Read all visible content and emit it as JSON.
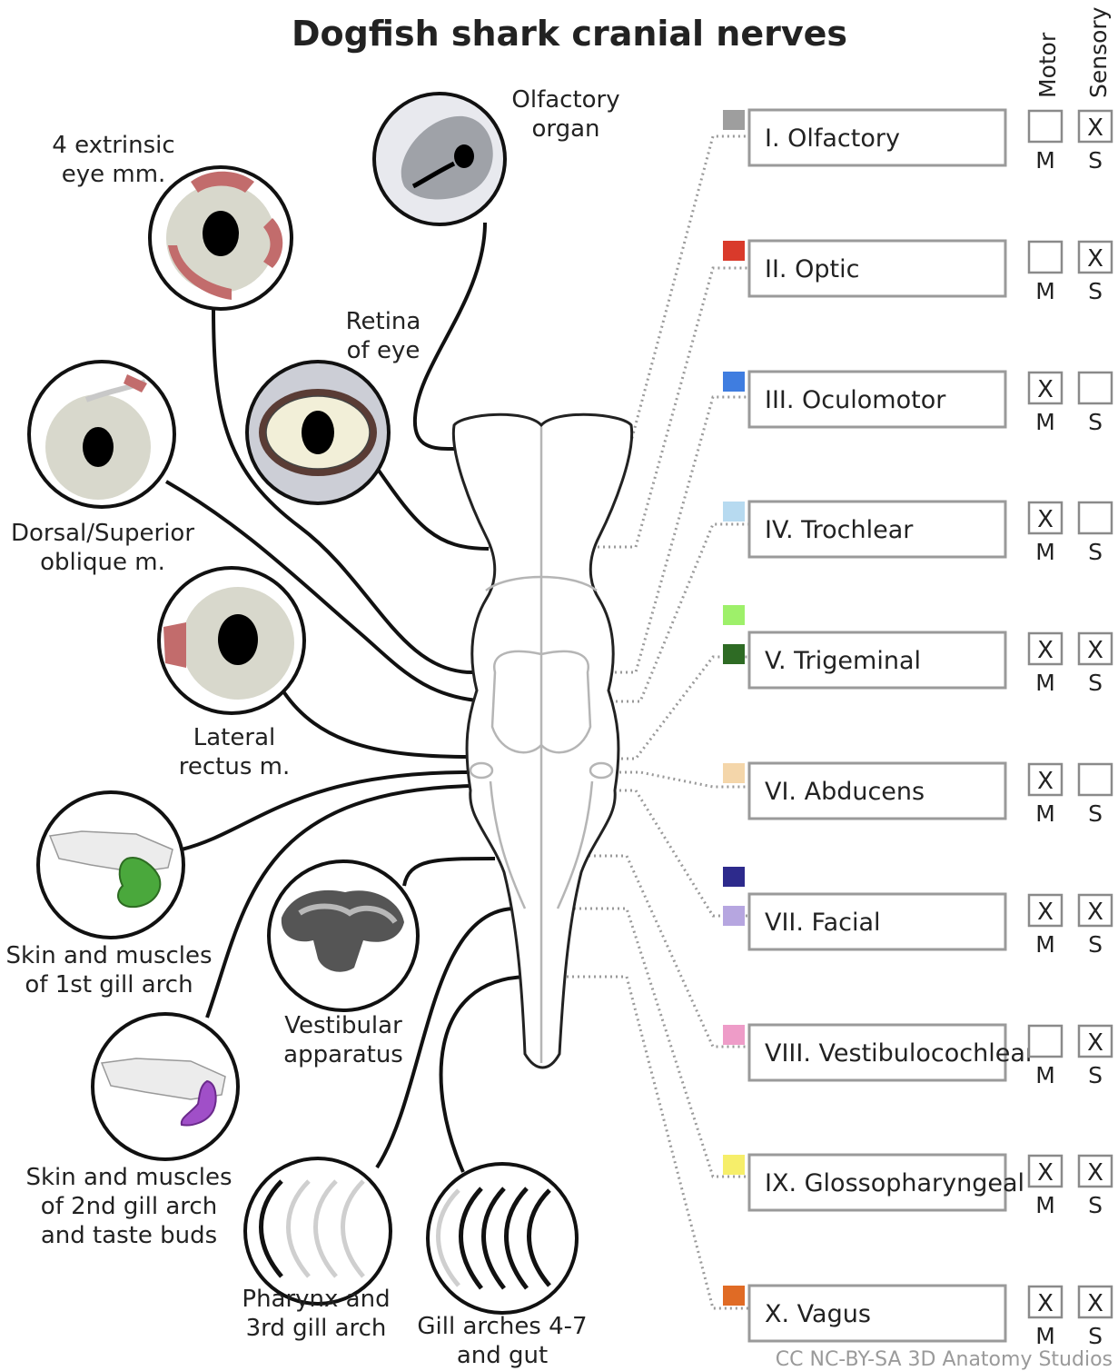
{
  "title": "Dogfish shark cranial nerves",
  "columns": {
    "motor": "Motor",
    "sensory": "Sensory"
  },
  "nerves": [
    {
      "name": "I. Olfactory",
      "colors": [
        "#9e9e9e"
      ],
      "motor": "",
      "sensory": "X",
      "m": "M",
      "s": "S"
    },
    {
      "name": "II. Optic",
      "colors": [
        "#d93a2b"
      ],
      "motor": "",
      "sensory": "X",
      "m": "M",
      "s": "S"
    },
    {
      "name": "III. Oculomotor",
      "colors": [
        "#3f7de0"
      ],
      "motor": "X",
      "sensory": "",
      "m": "M",
      "s": "S"
    },
    {
      "name": "IV. Trochlear",
      "colors": [
        "#b7daf0"
      ],
      "motor": "X",
      "sensory": "",
      "m": "M",
      "s": "S"
    },
    {
      "name": "V. Trigeminal",
      "colors": [
        "#9ef06a",
        "#2e6b24"
      ],
      "motor": "X",
      "sensory": "X",
      "m": "M",
      "s": "S"
    },
    {
      "name": "VI. Abducens",
      "colors": [
        "#f4d6aa"
      ],
      "motor": "X",
      "sensory": "",
      "m": "M",
      "s": "S"
    },
    {
      "name": "VII. Facial",
      "colors": [
        "#2d2a8c",
        "#b6a6e0"
      ],
      "motor": "X",
      "sensory": "X",
      "m": "M",
      "s": "S"
    },
    {
      "name": "VIII. Vestibulocochlear",
      "colors": [
        "#ee9cc8"
      ],
      "motor": "",
      "sensory": "X",
      "m": "M",
      "s": "S"
    },
    {
      "name": "IX. Glossopharyngeal",
      "colors": [
        "#f6ee6a"
      ],
      "motor": "X",
      "sensory": "X",
      "m": "M",
      "s": "S"
    },
    {
      "name": "X. Vagus",
      "colors": [
        "#e06b25"
      ],
      "motor": "X",
      "sensory": "X",
      "m": "M",
      "s": "S"
    }
  ],
  "targets": {
    "olfactory_organ": [
      "Olfactory",
      "organ"
    ],
    "extrinsic_eye": [
      "4 extrinsic",
      "eye mm."
    ],
    "retina": [
      "Retina",
      "of eye"
    ],
    "superior_oblique": [
      "Dorsal/Superior",
      "oblique m."
    ],
    "lateral_rectus": [
      "Lateral",
      "rectus m."
    ],
    "gill_arch_1": [
      "Skin and muscles",
      "of 1st gill arch"
    ],
    "vestibular": [
      "Vestibular",
      "apparatus"
    ],
    "gill_arch_2": [
      "Skin and muscles",
      "of 2nd gill arch",
      "and taste buds"
    ],
    "pharynx": [
      "Pharynx and",
      "3rd gill arch"
    ],
    "gill_arches_4_7": [
      "Gill arches 4-7",
      "and gut"
    ]
  },
  "credit": "CC NC-BY-SA 3D Anatomy Studios"
}
